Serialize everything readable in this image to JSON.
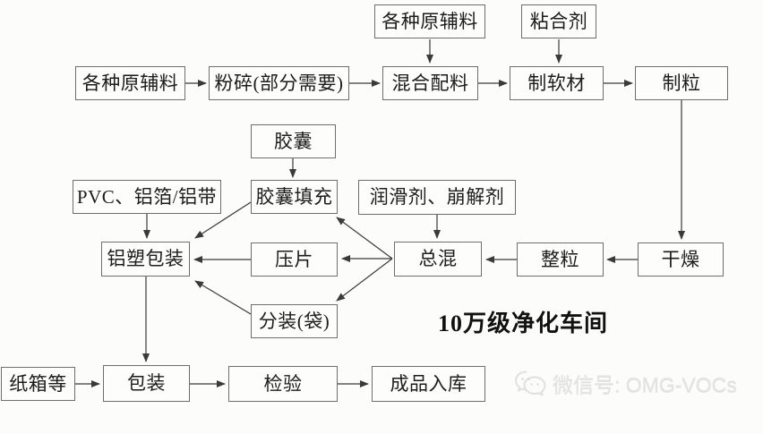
{
  "diagram": {
    "nodes": {
      "materials_top": {
        "label": "各种原辅料"
      },
      "binder": {
        "label": "粘合剂"
      },
      "materials": {
        "label": "各种原辅料"
      },
      "crush": {
        "label": "粉碎(部分需要)"
      },
      "mix_ingredients": {
        "label": "混合配料"
      },
      "soft_material": {
        "label": "制软材"
      },
      "granulate": {
        "label": "制粒"
      },
      "capsule": {
        "label": "胶囊"
      },
      "pvc_foil": {
        "label": "PVC、铝箔/铝带"
      },
      "capsule_fill": {
        "label": "胶囊填充"
      },
      "lubricant": {
        "label": "润滑剂、崩解剂"
      },
      "blister_pack": {
        "label": "铝塑包装"
      },
      "tablet_press": {
        "label": "压片"
      },
      "final_mix": {
        "label": "总混"
      },
      "size_granules": {
        "label": "整粒"
      },
      "dry": {
        "label": "干燥"
      },
      "bag_fill": {
        "label": "分装(袋)"
      },
      "carton": {
        "label": "纸箱等"
      },
      "packaging": {
        "label": "包装"
      },
      "inspection": {
        "label": "检验"
      },
      "warehouse": {
        "label": "成品入库"
      }
    },
    "caption": "10万级净化车间",
    "flow_note": "arrows connect raw material prep through granulation, mixing, capsule filling / tablet pressing / bag filling, blister packing, final packaging, inspection and warehousing"
  },
  "watermark": {
    "text": "微信号: OMG-VOCs",
    "icon": "wechat-icon"
  },
  "colors": {
    "line": "#3a3a3a",
    "box_border": "#6e6e6e",
    "text": "#1c1c1c",
    "background": "#fcfcfa",
    "watermark": "#e2e2df"
  }
}
